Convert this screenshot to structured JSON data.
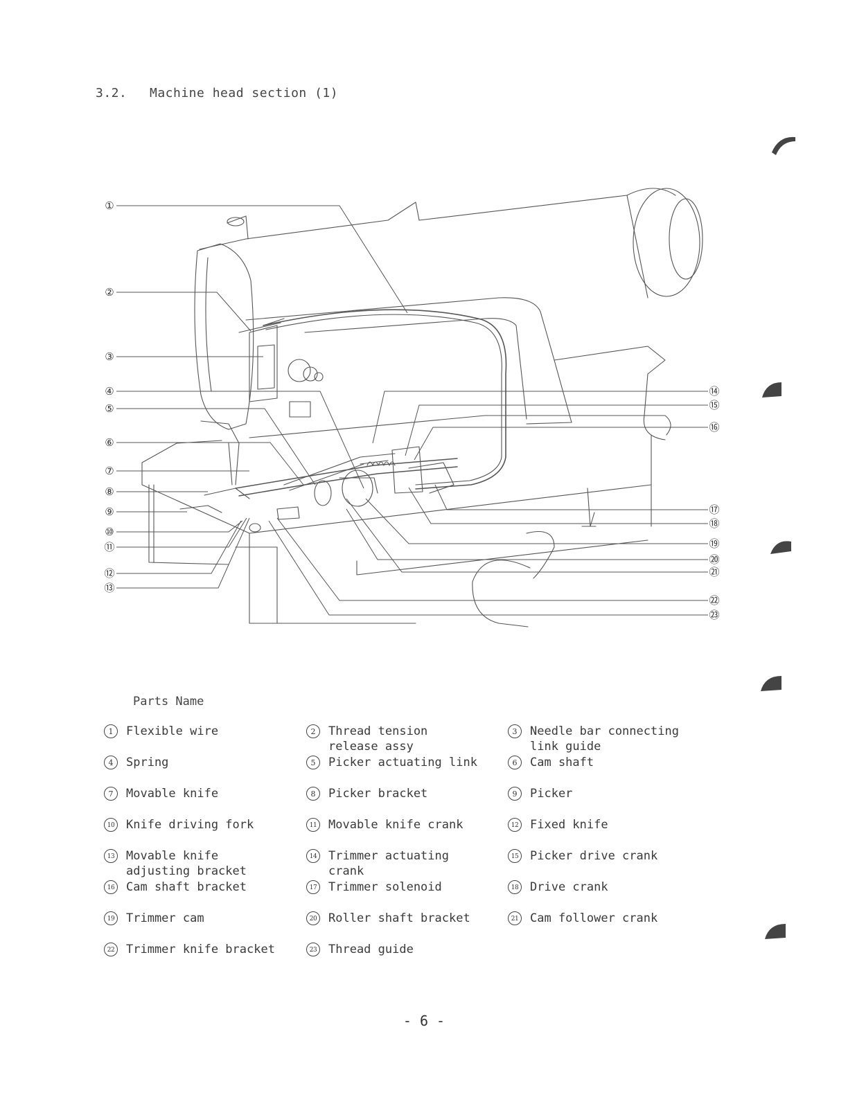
{
  "section": {
    "number": "3.2.",
    "title": "Machine head section (1)"
  },
  "figure": {
    "callouts_left": [
      "①",
      "②",
      "③",
      "④",
      "⑤",
      "⑥",
      "⑦",
      "⑧",
      "⑨",
      "⑩",
      "⑪",
      "⑫",
      "⑬"
    ],
    "callouts_right": [
      "⑭",
      "⑮",
      "⑯",
      "⑰",
      "⑱",
      "⑲",
      "⑳",
      "㉑",
      "㉒",
      "㉓"
    ]
  },
  "parts_heading": "Parts Name",
  "parts": [
    {
      "num": "1",
      "name": "Flexible wire"
    },
    {
      "num": "2",
      "name": "Thread tension\nrelease assy"
    },
    {
      "num": "3",
      "name": "Needle bar connecting\nlink guide"
    },
    {
      "num": "4",
      "name": "Spring"
    },
    {
      "num": "5",
      "name": "Picker actuating link"
    },
    {
      "num": "6",
      "name": "Cam shaft"
    },
    {
      "num": "7",
      "name": "Movable knife"
    },
    {
      "num": "8",
      "name": "Picker bracket"
    },
    {
      "num": "9",
      "name": "Picker"
    },
    {
      "num": "10",
      "name": "Knife driving fork"
    },
    {
      "num": "11",
      "name": "Movable knife crank"
    },
    {
      "num": "12",
      "name": "Fixed knife"
    },
    {
      "num": "13",
      "name": "Movable knife\nadjusting bracket"
    },
    {
      "num": "14",
      "name": "Trimmer actuating\ncrank"
    },
    {
      "num": "15",
      "name": "Picker drive crank"
    },
    {
      "num": "16",
      "name": "Cam shaft bracket"
    },
    {
      "num": "17",
      "name": "Trimmer solenoid"
    },
    {
      "num": "18",
      "name": "Drive crank"
    },
    {
      "num": "19",
      "name": "Trimmer cam"
    },
    {
      "num": "20",
      "name": "Roller shaft bracket"
    },
    {
      "num": "21",
      "name": "Cam follower crank"
    },
    {
      "num": "22",
      "name": "Trimmer knife bracket"
    },
    {
      "num": "23",
      "name": "Thread guide"
    }
  ],
  "page_number": "- 6 -"
}
